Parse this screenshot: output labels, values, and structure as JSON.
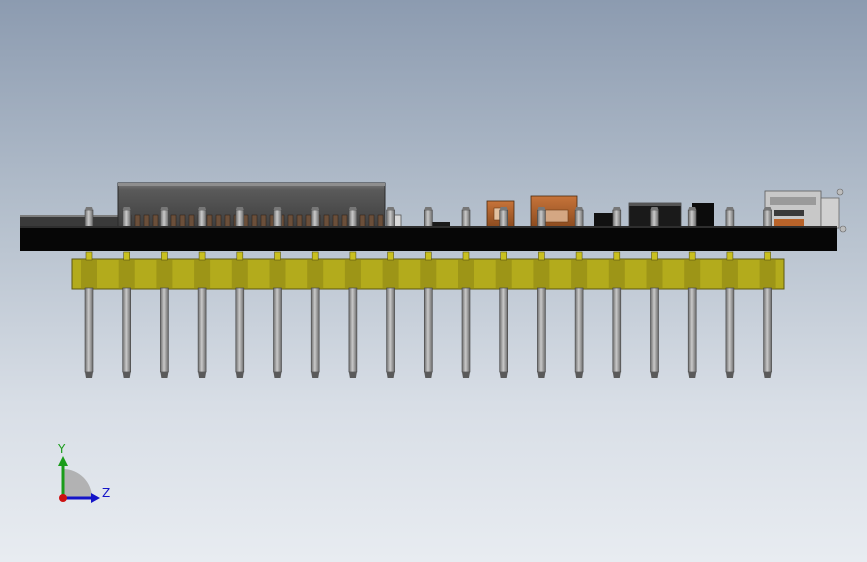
{
  "viewport": {
    "background_top": "#8c9bb0",
    "background_bottom": "#e8ecf1"
  },
  "model": {
    "board_color": "#060606",
    "pin_header_count": 19,
    "header_plastic_color": "#b3ab1c",
    "pin_color": "#9a9a9a",
    "module_color": "#555555"
  },
  "triad": {
    "y_label": "Y",
    "z_label": "Z",
    "y_color": "#1a9c1a",
    "z_color": "#1414c8",
    "origin_color": "#cc1111"
  }
}
